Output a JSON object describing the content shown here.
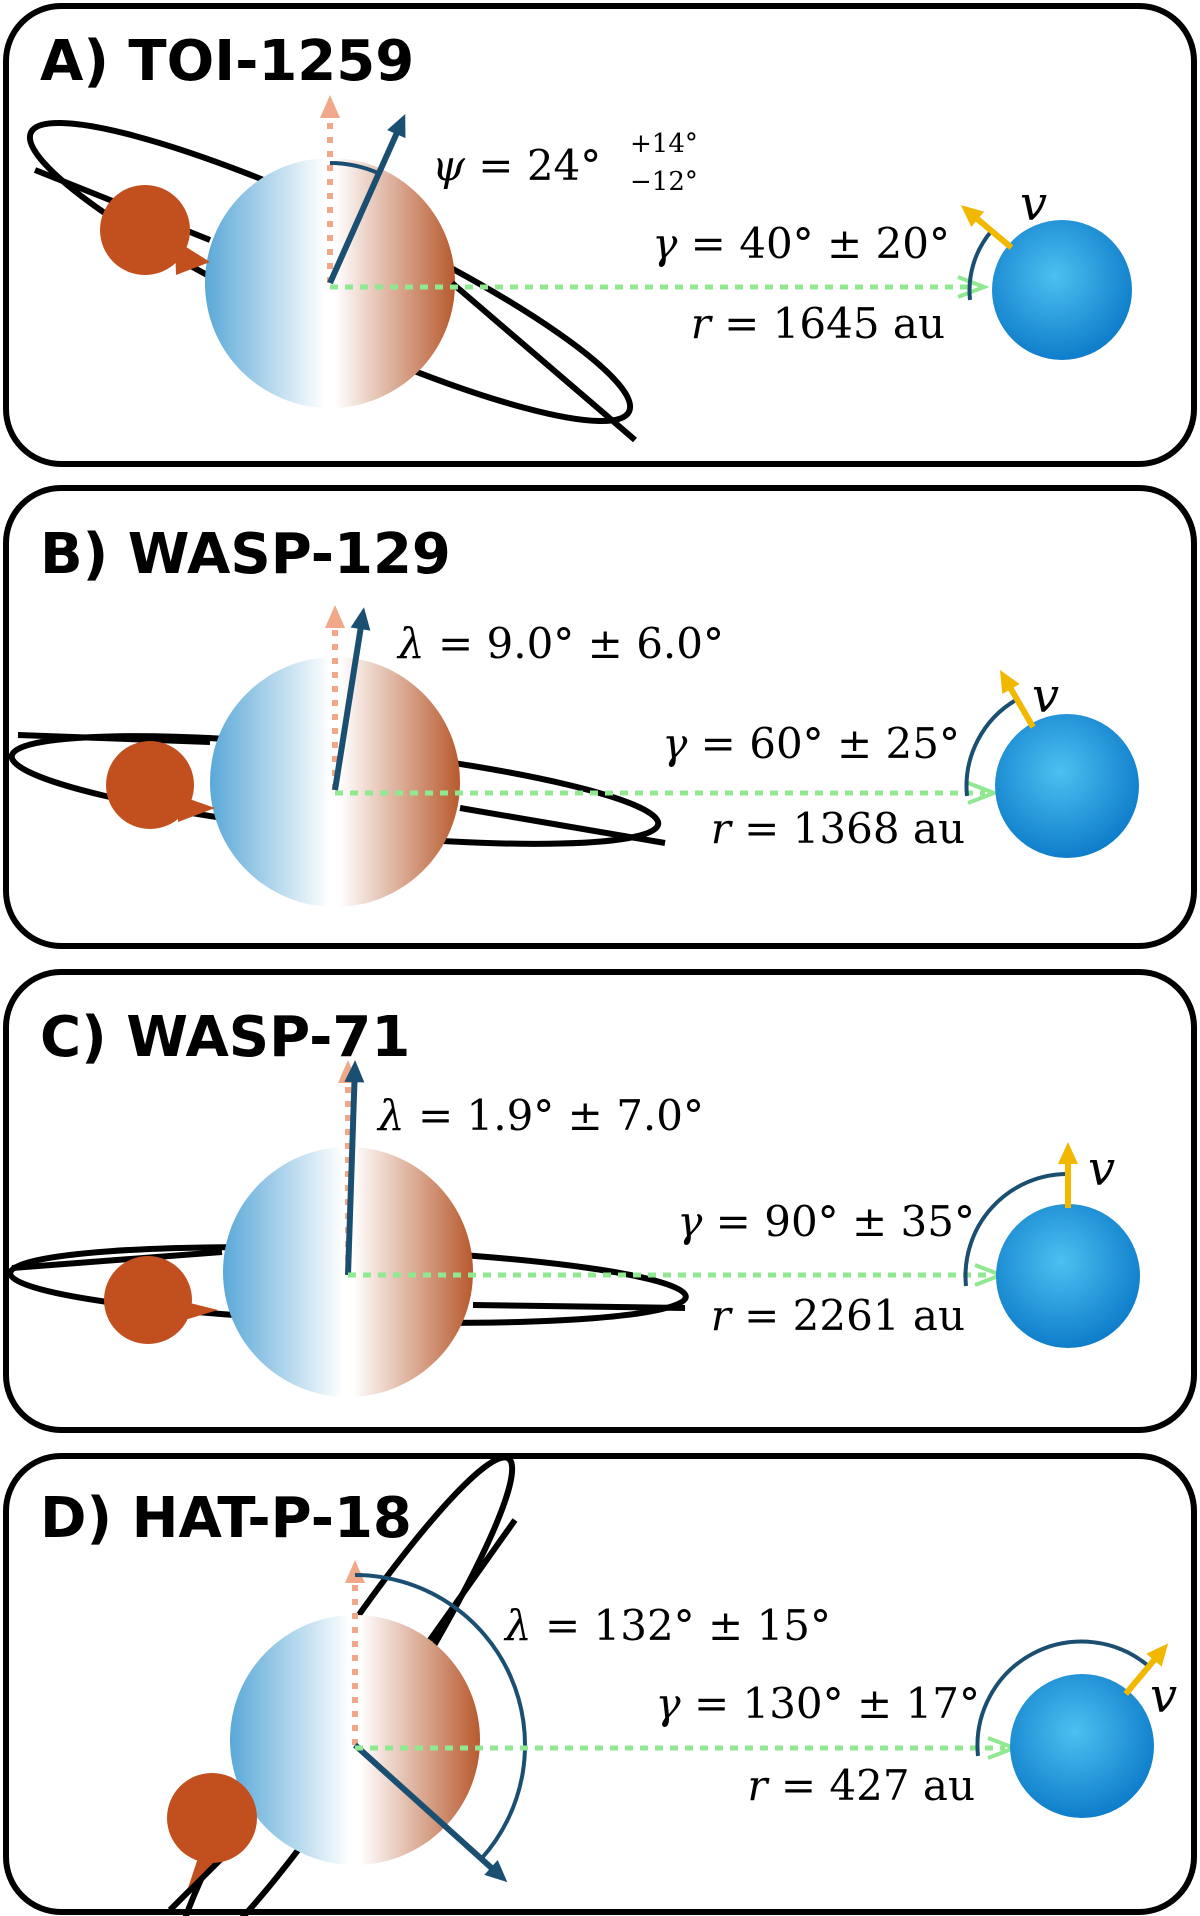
{
  "colors": {
    "frame": "#000000",
    "orbit": "#000000",
    "planet": "#c2501e",
    "star_left": "#5aa8d8",
    "star_right": "#b85a2e",
    "spin_axis": "#f0a888",
    "orbit_normal": "#1b4f72",
    "separation": "#90e890",
    "companion": "#1a90d8",
    "velocity": "#f2b800"
  },
  "panels": [
    {
      "title": "A) TOI-1259",
      "obliquity": {
        "symbol": "ψ",
        "text": " = 24°",
        "sup": "+14°",
        "sub": "−12°",
        "deg": 24
      },
      "gamma": {
        "symbol": "γ",
        "text": " = 40° ± 20°",
        "deg": 40
      },
      "separation": {
        "symbol": "r",
        "text": " = 1645",
        "unit": " au"
      },
      "velocity_label": "v"
    },
    {
      "title": "B) WASP-129",
      "obliquity": {
        "symbol": "λ",
        "text": " = 9.0° ± 6.0°",
        "deg": 9
      },
      "gamma": {
        "symbol": "γ",
        "text": " = 60° ± 25°",
        "deg": 60
      },
      "separation": {
        "symbol": "r",
        "text": " = 1368",
        "unit": " au"
      },
      "velocity_label": "v"
    },
    {
      "title": "C) WASP-71",
      "obliquity": {
        "symbol": "λ",
        "text": " = 1.9° ± 7.0°",
        "deg": 1.9
      },
      "gamma": {
        "symbol": "γ",
        "text": " = 90° ± 35°",
        "deg": 90
      },
      "separation": {
        "symbol": "r",
        "text": " = 2261",
        "unit": " au"
      },
      "velocity_label": "v"
    },
    {
      "title": "D) HAT-P-18",
      "obliquity": {
        "symbol": "λ",
        "text": " = 132° ± 15°",
        "deg": 132
      },
      "gamma": {
        "symbol": "γ",
        "text": " = 130° ± 17°",
        "deg": 130
      },
      "separation": {
        "symbol": "r",
        "text": " = 427",
        "unit": " au"
      },
      "velocity_label": "v"
    }
  ]
}
